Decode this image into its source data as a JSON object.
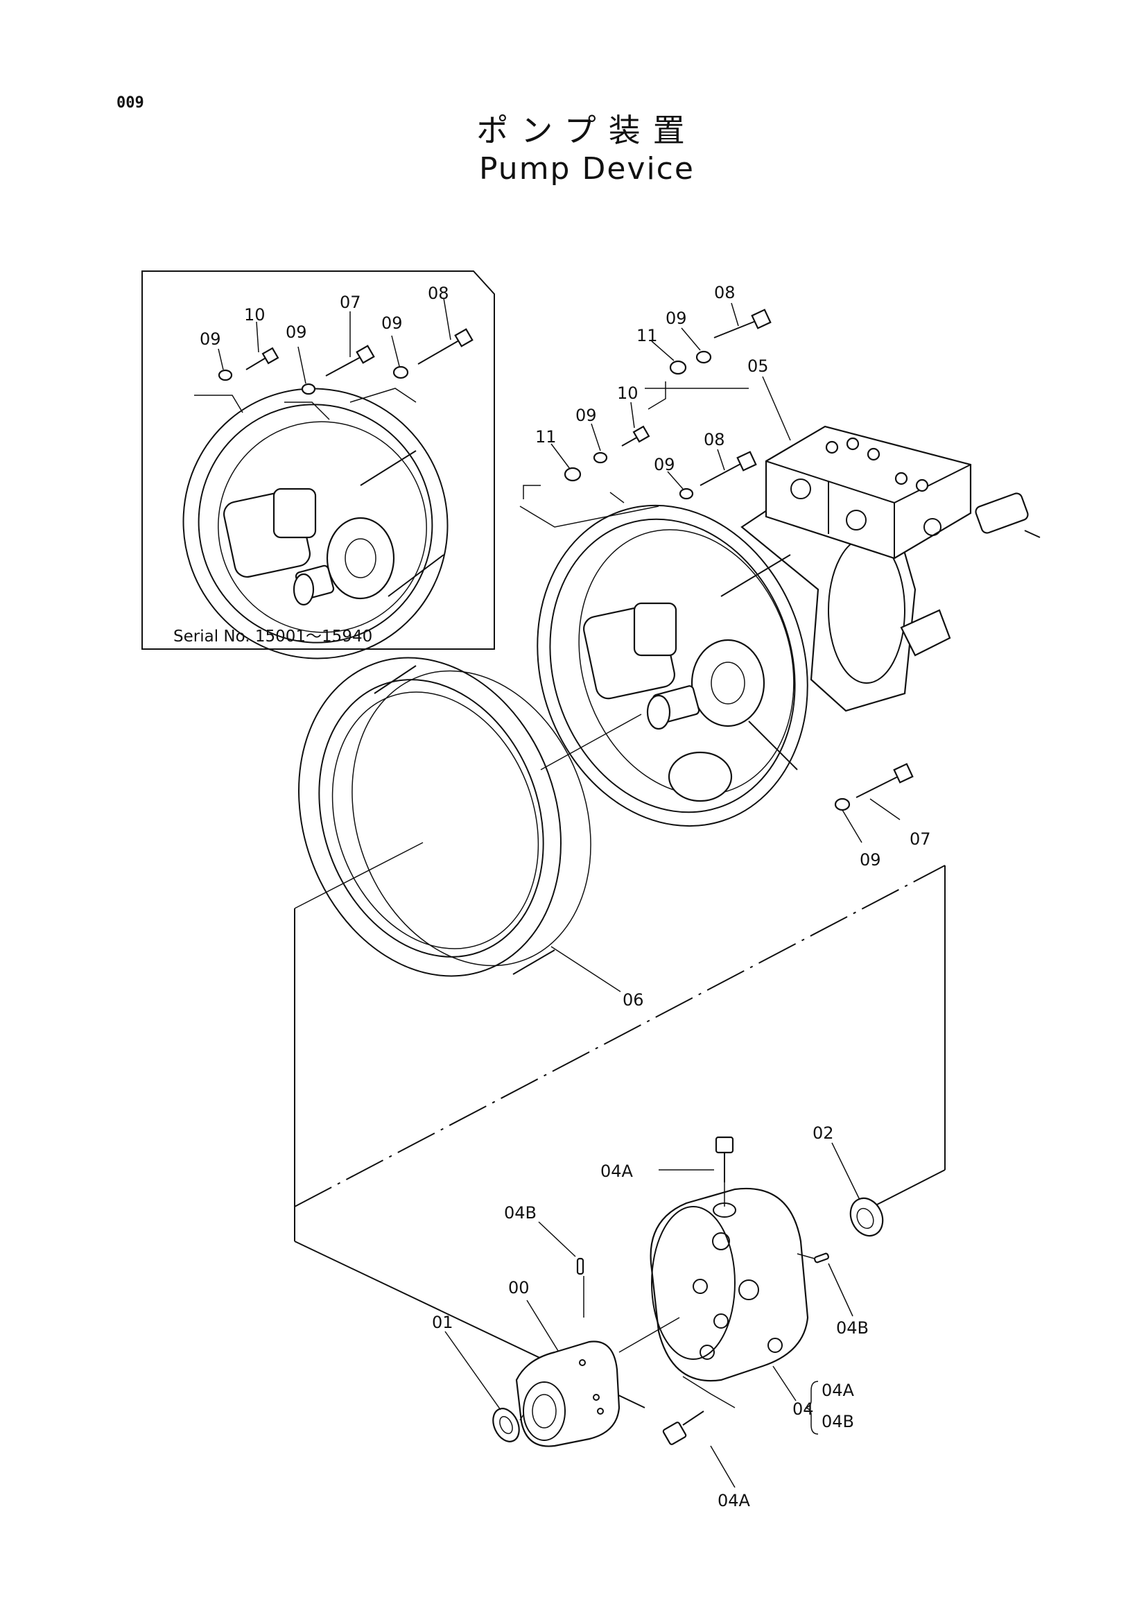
{
  "page_number": "009",
  "title_jp": "ポンプ装置",
  "title_en": "Pump Device",
  "inset": {
    "serial": "Serial No. 15001～15940"
  },
  "labels": {
    "l00": "00",
    "l01": "01",
    "l02": "02",
    "l04": "04",
    "l04a_top": "04A",
    "l04a_bottom": "04A",
    "l04b_pin": "04B",
    "l04b_side": "04B",
    "l04_brace_a": "04A",
    "l04_brace_b": "04B",
    "l05": "05",
    "l06": "06",
    "l07_main": "07",
    "l09_main_bottom": "09",
    "l08_top": "08",
    "l08_mid": "08",
    "l09_top": "09",
    "l09_mid1": "09",
    "l09_mid2": "09",
    "l10_main": "10",
    "l11_top": "11",
    "l11_mid": "11",
    "i09_a": "09",
    "i10": "10",
    "i09_b": "09",
    "i07": "07",
    "i09_c": "09",
    "i08": "08"
  }
}
